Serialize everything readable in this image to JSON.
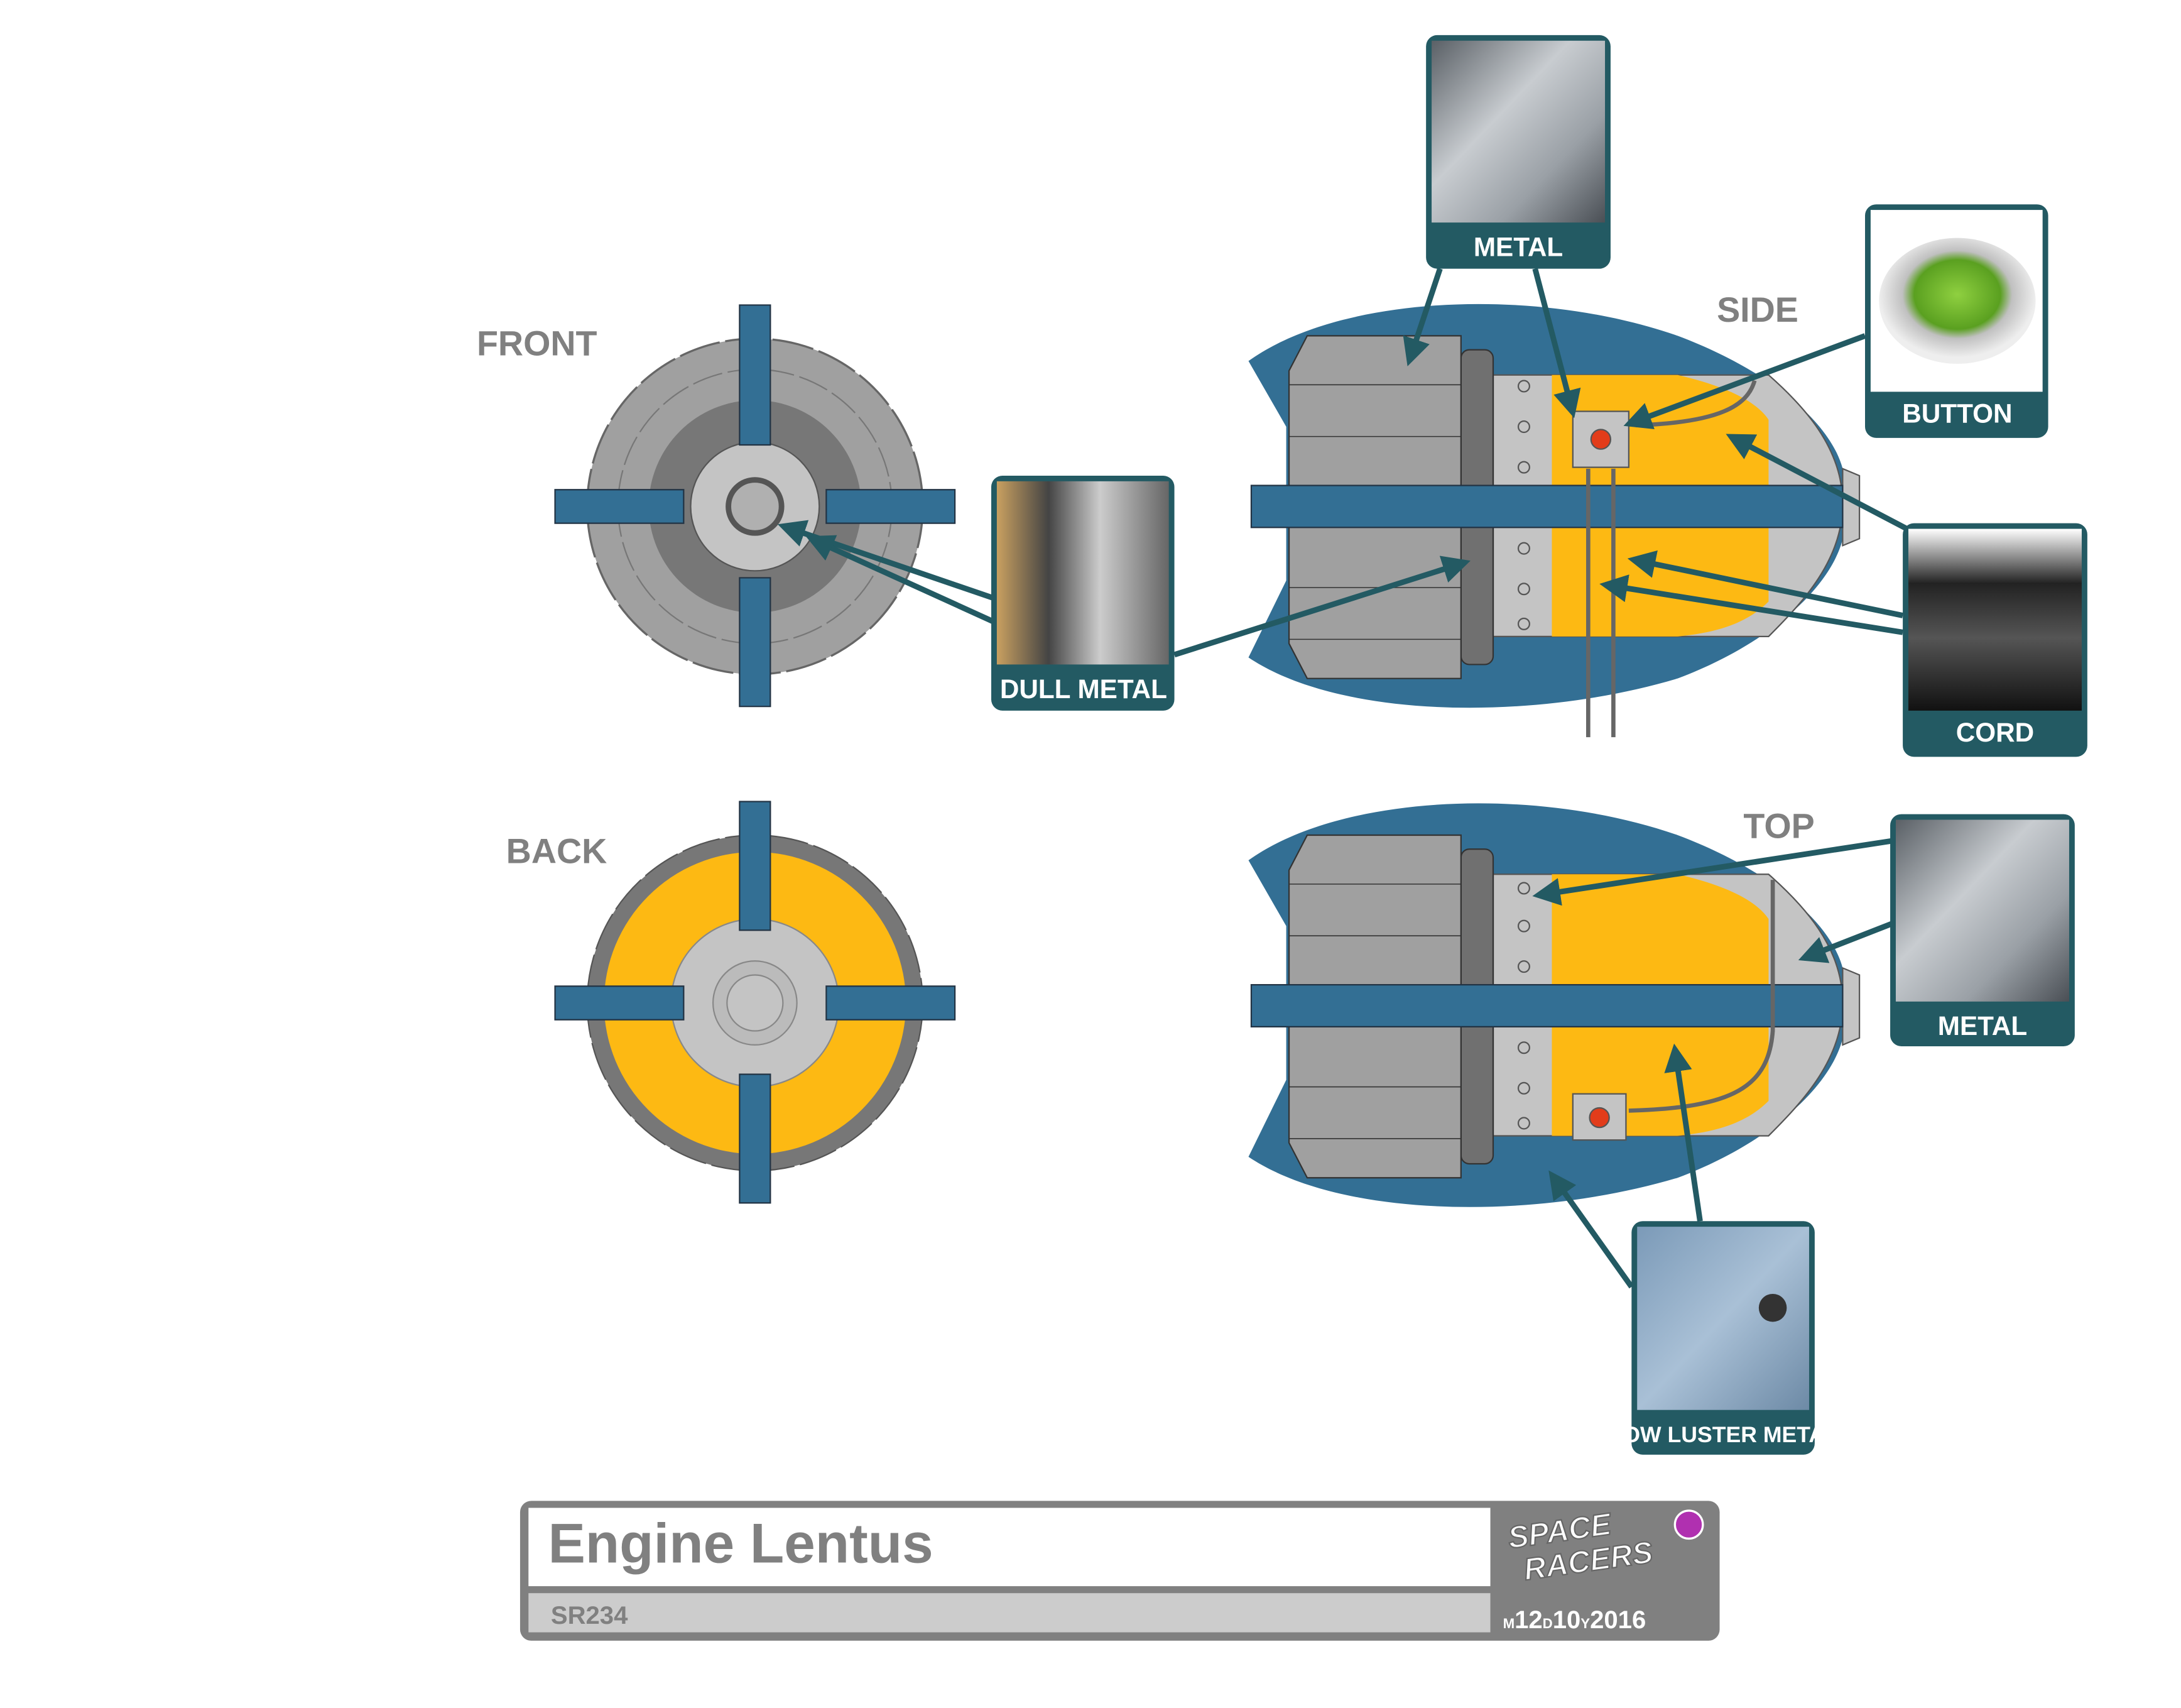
{
  "views": {
    "front": "FRONT",
    "back": "BACK",
    "side": "SIDE",
    "top": "TOP"
  },
  "callouts": [
    {
      "id": "metal-top",
      "label": "METAL"
    },
    {
      "id": "button",
      "label": "BUTTON"
    },
    {
      "id": "cord",
      "label": "CORD"
    },
    {
      "id": "dull-metal",
      "label": "DULL METAL"
    },
    {
      "id": "metal-right",
      "label": "METAL"
    },
    {
      "id": "low-luster",
      "label": "LOW LUSTER METAL"
    }
  ],
  "title_block": {
    "title": "Engine Lentus",
    "code": "SR234",
    "logo_text": "SPACE RACERS",
    "date": {
      "m_label": "M",
      "month": "12",
      "d_label": "D",
      "day": "10",
      "y_label": "Y",
      "year": "2016"
    },
    "dot_color": "#b030b0"
  },
  "colors": {
    "blue": "#336f94",
    "yellow": "#fdb913",
    "teal": "#235a63",
    "gray": "#a0a0a0"
  }
}
